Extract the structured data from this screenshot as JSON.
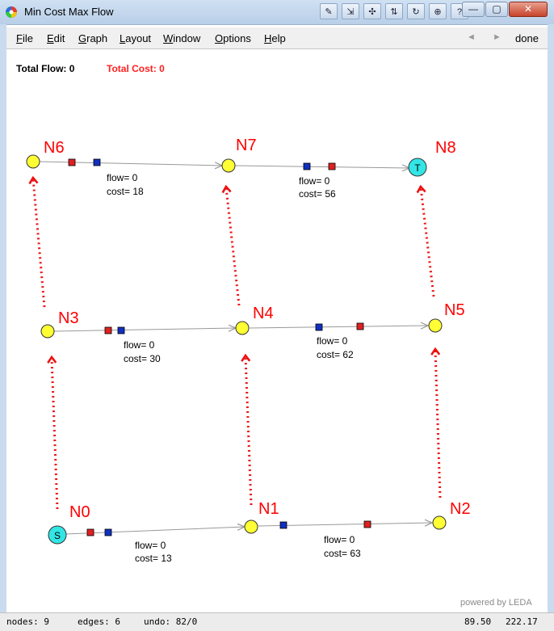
{
  "window": {
    "title": "Min Cost Max Flow",
    "minimize": "—",
    "maximize": "▢",
    "close": "✕"
  },
  "toolbar_icons": [
    "edit-tool-icon",
    "move-tool-icon",
    "scatter-tool-icon",
    "split-tool-icon",
    "rotate-tool-icon",
    "graph-tool-icon",
    "help-tool-icon"
  ],
  "menu": {
    "items": [
      "File",
      "Edit",
      "Graph",
      "Layout",
      "Window",
      "Options",
      "Help"
    ],
    "back": "◄",
    "forward": "►",
    "done": "done"
  },
  "status": {
    "total_flow": "Total Flow: 0",
    "total_cost": "Total Cost: 0"
  },
  "colors": {
    "node_fill": "#ffff33",
    "terminal_fill": "#33e6e6",
    "node_label": "#ff0000",
    "edge": "#999999",
    "dotted": "#ee1111",
    "handle_red": "#e02020",
    "handle_blue": "#1030c0"
  },
  "nodes": [
    {
      "id": "N0",
      "label": "N0",
      "inner": "S",
      "terminal": true
    },
    {
      "id": "N1",
      "label": "N1",
      "inner": "",
      "terminal": false
    },
    {
      "id": "N2",
      "label": "N2",
      "inner": "",
      "terminal": false
    },
    {
      "id": "N3",
      "label": "N3",
      "inner": "",
      "terminal": false
    },
    {
      "id": "N4",
      "label": "N4",
      "inner": "",
      "terminal": false
    },
    {
      "id": "N5",
      "label": "N5",
      "inner": "",
      "terminal": false
    },
    {
      "id": "N6",
      "label": "N6",
      "inner": "",
      "terminal": false
    },
    {
      "id": "N7",
      "label": "N7",
      "inner": "",
      "terminal": false
    },
    {
      "id": "N8",
      "label": "N8",
      "inner": "T",
      "terminal": true
    }
  ],
  "edges": [
    {
      "from": "N6",
      "to": "N7",
      "flow": "flow= 0",
      "cost": "cost= 18"
    },
    {
      "from": "N7",
      "to": "N8",
      "flow": "flow= 0",
      "cost": "cost= 56"
    },
    {
      "from": "N3",
      "to": "N4",
      "flow": "flow= 0",
      "cost": "cost= 30"
    },
    {
      "from": "N4",
      "to": "N5",
      "flow": "flow= 0",
      "cost": "cost= 62"
    },
    {
      "from": "N0",
      "to": "N1",
      "flow": "flow= 0",
      "cost": "cost= 13"
    },
    {
      "from": "N1",
      "to": "N2",
      "flow": "flow= 0",
      "cost": "cost= 63"
    }
  ],
  "dotted_arrows": [
    {
      "from": "N0",
      "to": "N3"
    },
    {
      "from": "N3",
      "to": "N6"
    },
    {
      "from": "N1",
      "to": "N4"
    },
    {
      "from": "N4",
      "to": "N7"
    },
    {
      "from": "N2",
      "to": "N5"
    },
    {
      "from": "N5",
      "to": "N8"
    }
  ],
  "footer": {
    "nodes": "nodes: 9",
    "edges": "edges: 6",
    "undo": "undo: 82/0",
    "coord_x": "89.50",
    "coord_y": "222.17",
    "powered_by": "powered by LEDA"
  }
}
